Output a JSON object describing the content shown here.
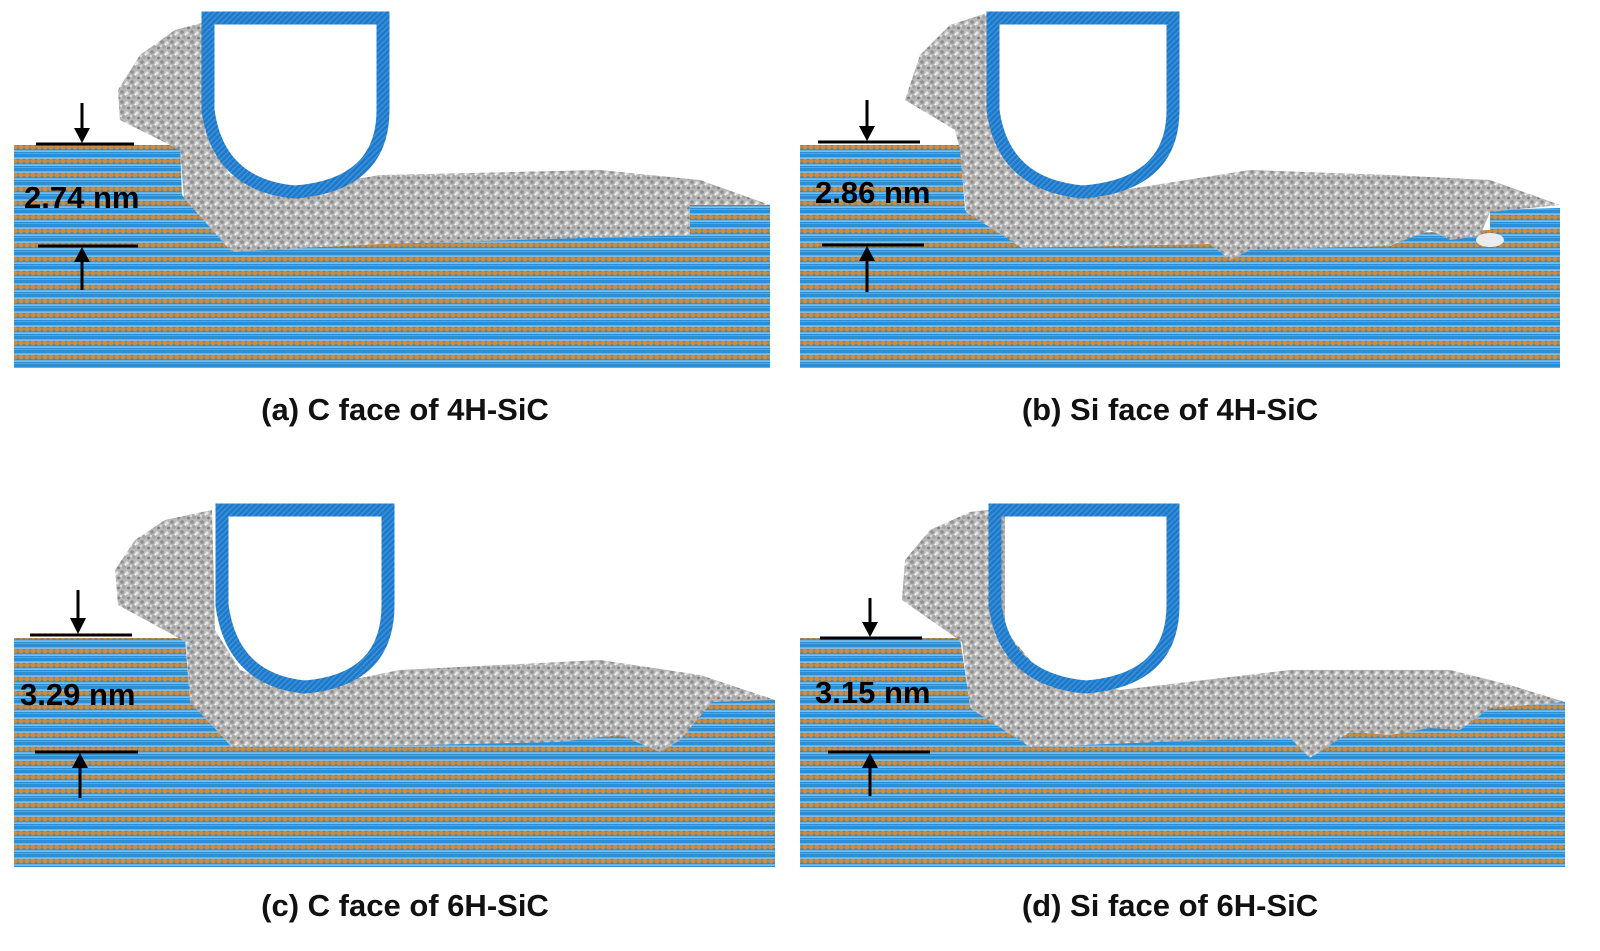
{
  "figure": {
    "colors": {
      "si_atom": "#2b8fd6",
      "c_atom": "#d98a2b",
      "amorphous_atom": "#9a9a9a",
      "tool": "#1f78c8",
      "annotation": "#000000",
      "background": "#ffffff"
    },
    "legend_semantics": {
      "crystal_layers": "alternating blue / orange atomic layers (SiC crystal)",
      "amorphous_region": "grey disordered atoms (chip / amorphous SiC)",
      "tool": "blue D-shaped diamond tool outline"
    },
    "panels": [
      {
        "id": "a",
        "caption": "(a) C face of 4H-SiC",
        "depth_label": "2.74 nm",
        "depth_value_nm": 2.74,
        "polytype": "4H-SiC",
        "face": "C face"
      },
      {
        "id": "b",
        "caption": "(b) Si face of 4H-SiC",
        "depth_label": "2.86 nm",
        "depth_value_nm": 2.86,
        "polytype": "4H-SiC",
        "face": "Si face"
      },
      {
        "id": "c",
        "caption": "(c) C face of 6H-SiC",
        "depth_label": "3.29 nm",
        "depth_value_nm": 3.29,
        "polytype": "6H-SiC",
        "face": "C face"
      },
      {
        "id": "d",
        "caption": "(d) Si face of 6H-SiC",
        "depth_label": "3.15 nm",
        "depth_value_nm": 3.15,
        "polytype": "6H-SiC",
        "face": "Si face"
      }
    ]
  }
}
